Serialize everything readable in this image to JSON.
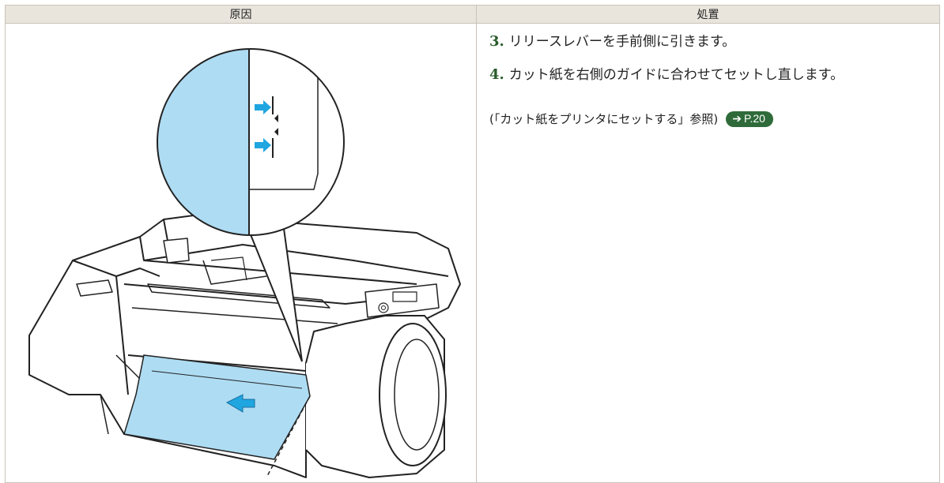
{
  "table": {
    "header_cause": "原因",
    "header_solution": "処置"
  },
  "steps": [
    {
      "num": "3.",
      "text": "リリースレバーを手前側に引きます。"
    },
    {
      "num": "4.",
      "text": "カット紙を右側のガイドに合わせてセットし直します。"
    }
  ],
  "reference": {
    "text": "(「カット紙をプリンタにセットする」参照)",
    "link_arrow": "➔",
    "link_label": "P.20"
  },
  "colors": {
    "header_bg": "#e9e5dd",
    "paper_blue": "#aedcf3",
    "arrow_blue": "#1fa6e0",
    "step_number": "#2a5b2c",
    "link_pill": "#2f6b3a"
  }
}
